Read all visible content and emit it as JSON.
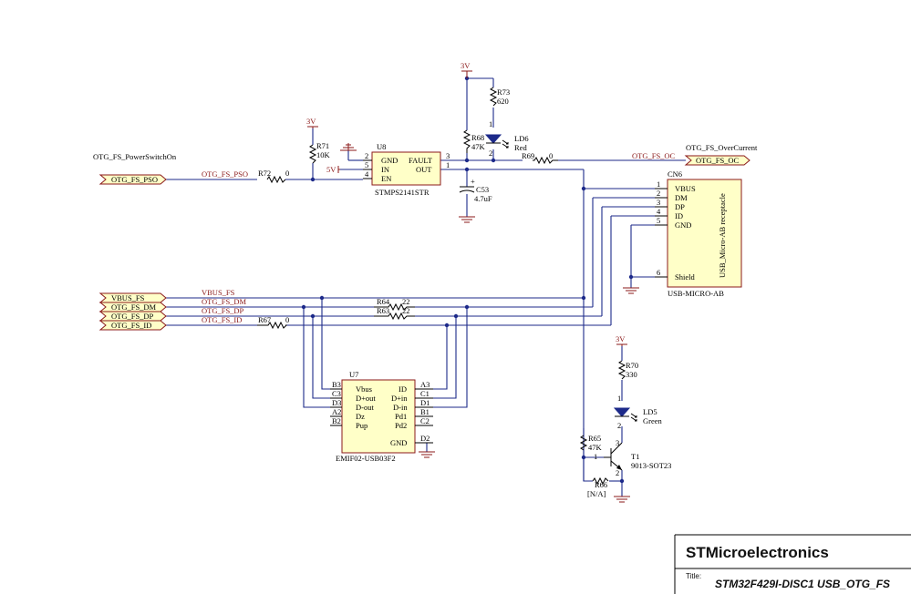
{
  "power": {
    "v3": "3V",
    "v5": "5V"
  },
  "ports": {
    "pso": "OTG_FS_PSO",
    "oc": "OTG_FS_OC",
    "vbus": "VBUS_FS",
    "dm": "OTG_FS_DM",
    "dp": "OTG_FS_DP",
    "id": "OTG_FS_ID"
  },
  "net_labels": {
    "power_switch_on": "OTG_FS_PowerSwitchOn",
    "overcurrent": "OTG_FS_OverCurrent",
    "pso": "OTG_FS_PSO",
    "oc": "OTG_FS_OC",
    "vbus": "VBUS_FS",
    "dm": "OTG_FS_DM",
    "dp": "OTG_FS_DP",
    "id": "OTG_FS_ID"
  },
  "resistors": {
    "r71": {
      "ref": "R71",
      "val": "10K"
    },
    "r72": {
      "ref": "R72",
      "val": "0"
    },
    "r73": {
      "ref": "R73",
      "val": "620"
    },
    "r68": {
      "ref": "R68",
      "val": "47K"
    },
    "r69": {
      "ref": "R69",
      "val": "0"
    },
    "r64": {
      "ref": "R64",
      "val": "22"
    },
    "r63": {
      "ref": "R63",
      "val": "22"
    },
    "r67": {
      "ref": "R67",
      "val": "0"
    },
    "r70": {
      "ref": "R70",
      "val": "330"
    },
    "r65": {
      "ref": "R65",
      "val": "47K"
    },
    "r66": {
      "ref": "R66",
      "val": "[N/A]"
    }
  },
  "cap": {
    "ref": "C53",
    "val": "4.7uF"
  },
  "leds": {
    "ld6": {
      "ref": "LD6",
      "color": "Red"
    },
    "ld5": {
      "ref": "LD5",
      "color": "Green"
    }
  },
  "u8": {
    "ref": "U8",
    "part": "STMPS2141STR",
    "pins": {
      "gnd": "GND",
      "in": "IN",
      "en": "EN",
      "fault": "FAULT",
      "out": "OUT"
    },
    "nums": {
      "p2": "2",
      "p5": "5",
      "p4": "4",
      "p3": "3",
      "p1": "1"
    }
  },
  "cn6": {
    "ref": "CN6",
    "part": "USB-MICRO-AB",
    "desc": "USB_Micro-AB receptacle",
    "pins": [
      {
        "num": "1",
        "name": "VBUS"
      },
      {
        "num": "2",
        "name": "DM"
      },
      {
        "num": "3",
        "name": "DP"
      },
      {
        "num": "4",
        "name": "ID"
      },
      {
        "num": "5",
        "name": "GND"
      },
      {
        "num": "6",
        "name": "Shield"
      }
    ]
  },
  "u7": {
    "ref": "U7",
    "part": "EMIF02-USB03F2",
    "left": [
      {
        "num": "B3",
        "name": "Vbus"
      },
      {
        "num": "C3",
        "name": "D+out"
      },
      {
        "num": "D3",
        "name": "D-out"
      },
      {
        "num": "A2",
        "name": "Dz"
      },
      {
        "num": "B2",
        "name": "Pup"
      }
    ],
    "right": [
      {
        "num": "A3",
        "name": "ID"
      },
      {
        "num": "C1",
        "name": "D+in"
      },
      {
        "num": "D1",
        "name": "D-in"
      },
      {
        "num": "B1",
        "name": "Pd1"
      },
      {
        "num": "C2",
        "name": "Pd2"
      },
      {
        "num": "D2",
        "name": "GND"
      }
    ]
  },
  "t1": {
    "ref": "T1",
    "part": "9013-SOT23",
    "p1": "1",
    "p2": "2",
    "p3": "3"
  },
  "led_pins": {
    "one": "1",
    "two": "2"
  },
  "title_block": {
    "company": "STMicroelectronics",
    "title_label": "Title:",
    "title": "STM32F429I-DISC1 USB_OTG_FS"
  },
  "colors": {
    "wire": "#1d2a8a",
    "component": "#8b1a1a",
    "fill": "#ffffc8"
  }
}
